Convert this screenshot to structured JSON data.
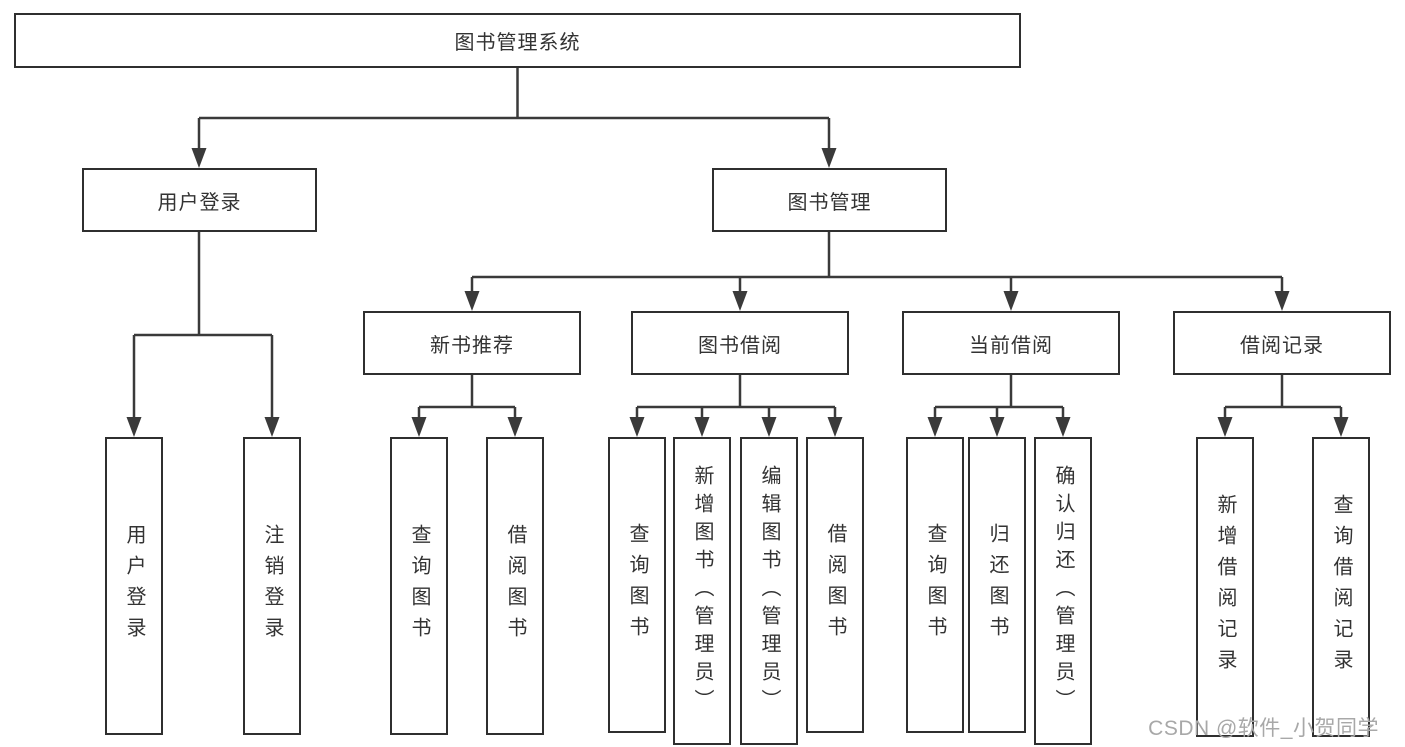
{
  "diagram_title": "图书管理系统",
  "nodes": [
    {
      "id": "root",
      "label": "图书管理系统",
      "parent": null
    },
    {
      "id": "user-login",
      "label": "用户登录",
      "parent": "root"
    },
    {
      "id": "book-mgmt",
      "label": "图书管理",
      "parent": "root"
    },
    {
      "id": "leaf-user-login",
      "label": "用户登录",
      "parent": "user-login"
    },
    {
      "id": "leaf-logout",
      "label": "注销登录",
      "parent": "user-login"
    },
    {
      "id": "new-book-rec",
      "label": "新书推荐",
      "parent": "book-mgmt"
    },
    {
      "id": "book-borrow",
      "label": "图书借阅",
      "parent": "book-mgmt"
    },
    {
      "id": "current-borrow",
      "label": "当前借阅",
      "parent": "book-mgmt"
    },
    {
      "id": "borrow-records",
      "label": "借阅记录",
      "parent": "book-mgmt"
    },
    {
      "id": "nb-query",
      "label": "查询图书",
      "parent": "new-book-rec"
    },
    {
      "id": "nb-borrow",
      "label": "借阅图书",
      "parent": "new-book-rec"
    },
    {
      "id": "bb-query",
      "label": "查询图书",
      "parent": "book-borrow"
    },
    {
      "id": "bb-add",
      "label": "新增图书（管理员）",
      "parent": "book-borrow"
    },
    {
      "id": "bb-edit",
      "label": "编辑图书（管理员）",
      "parent": "book-borrow"
    },
    {
      "id": "bb-borrow",
      "label": "借阅图书",
      "parent": "book-borrow"
    },
    {
      "id": "cb-query",
      "label": "查询图书",
      "parent": "current-borrow"
    },
    {
      "id": "cb-return",
      "label": "归还图书",
      "parent": "current-borrow"
    },
    {
      "id": "cb-confirm",
      "label": "确认归还（管理员）",
      "parent": "current-borrow"
    },
    {
      "id": "br-add",
      "label": "新增借阅记录",
      "parent": "borrow-records"
    },
    {
      "id": "br-query",
      "label": "查询借阅记录",
      "parent": "borrow-records"
    }
  ],
  "watermark": {
    "text": "CSDN @软件_小贺同学"
  },
  "colors": {
    "line": "#3a3a3a",
    "box_border": "#2f2f2f",
    "text": "#333333",
    "background": "#ffffff",
    "watermark": "#a8a8a8"
  }
}
